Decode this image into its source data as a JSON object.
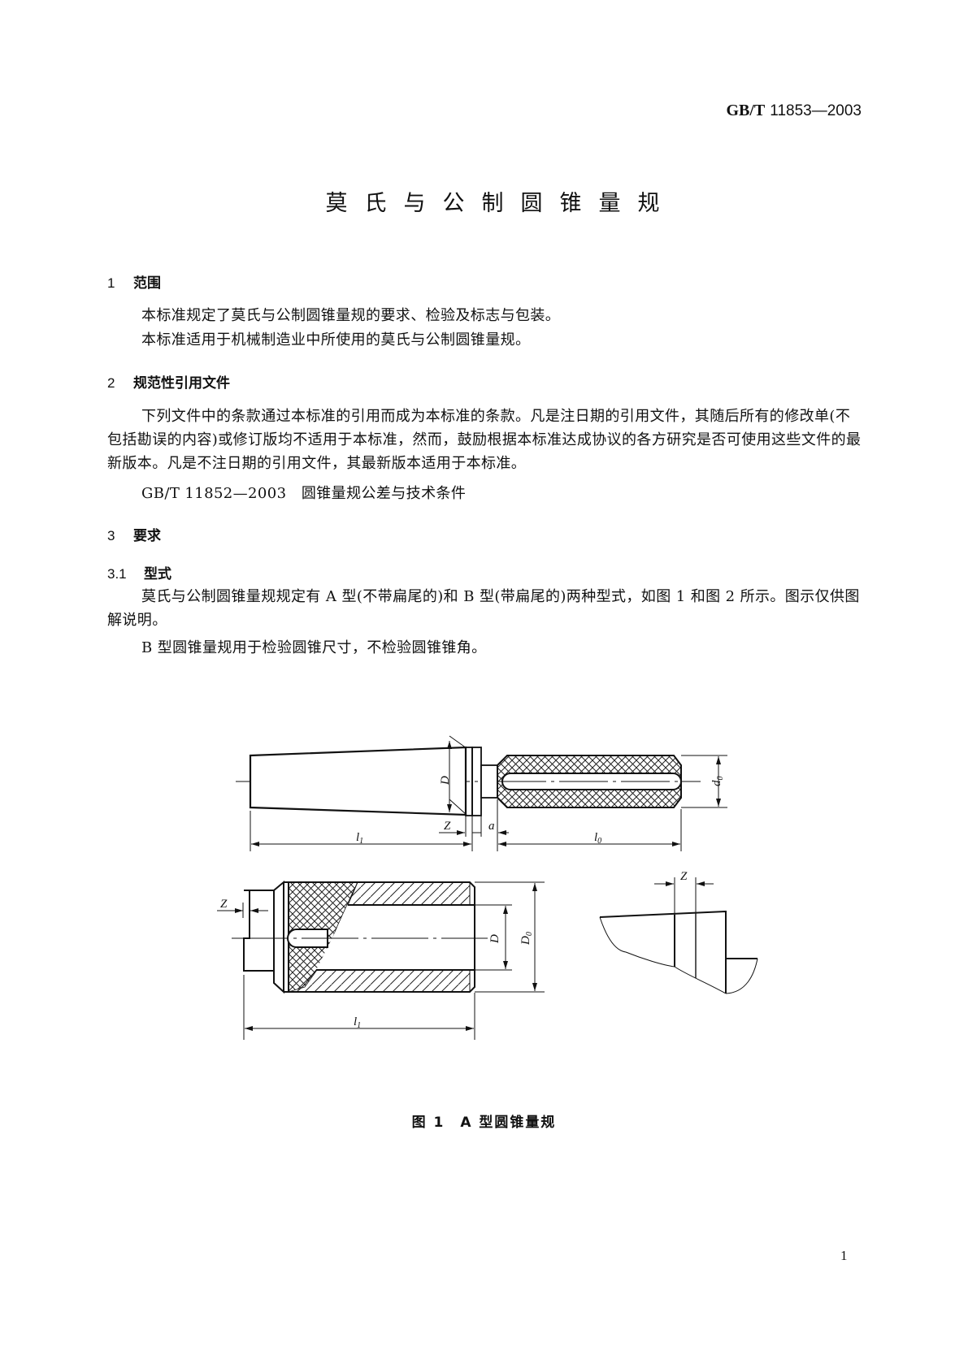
{
  "header": {
    "standard_prefix": "GB/T",
    "standard_number": "11853—2003"
  },
  "title": "莫氏与公制圆锥量规",
  "sections": [
    {
      "number": "1",
      "heading": "范围",
      "paragraphs": [
        "本标准规定了莫氏与公制圆锥量规的要求、检验及标志与包装。",
        "本标准适用于机械制造业中所使用的莫氏与公制圆锥量规。"
      ]
    },
    {
      "number": "2",
      "heading": "规范性引用文件",
      "paragraphs": [
        "下列文件中的条款通过本标准的引用而成为本标准的条款。凡是注日期的引用文件，其随后所有的修改单(不包括勘误的内容)或修订版均不适用于本标准，然而，鼓励根据本标准达成协议的各方研究是否可使用这些文件的最新版本。凡是不注日期的引用文件，其最新版本适用于本标准。"
      ],
      "references": [
        {
          "code": "GB/T 11852—2003",
          "title": "圆锥量规公差与技术条件"
        }
      ]
    },
    {
      "number": "3",
      "heading": "要求"
    },
    {
      "number": "3.1",
      "heading": "型式",
      "paragraphs": [
        "莫氏与公制圆锥量规规定有 A 型(不带扁尾的)和 B 型(带扁尾的)两种型式，如图 1 和图 2 所示。图示仅供图解说明。",
        "B 型圆锥量规用于检验圆锥尺寸，不检验圆锥锥角。"
      ]
    }
  ],
  "figure": {
    "caption": "图 1　A 型圆锥量规",
    "labels": {
      "plug": {
        "D": "D",
        "d0": "d",
        "d0_sub": "0",
        "l1": "l",
        "l1_sub": "1",
        "l0": "l",
        "l0_sub": "0",
        "Z": "Z",
        "a": "a"
      },
      "ring": {
        "Z": "Z",
        "D": "D",
        "D0": "D",
        "D0_sub": "0",
        "l1": "l",
        "l1_sub": "1"
      },
      "detail": {
        "Z": "Z"
      }
    }
  },
  "page_number": "1"
}
